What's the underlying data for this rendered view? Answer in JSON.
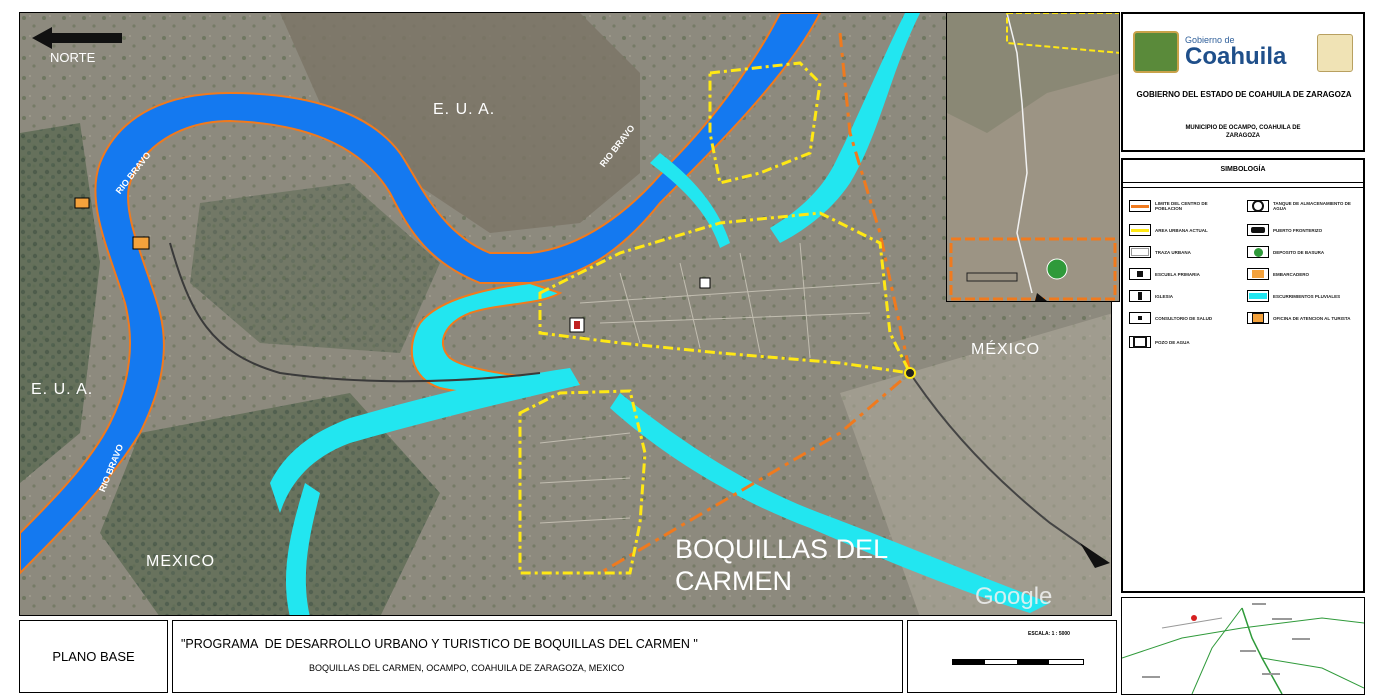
{
  "map": {
    "north_label": "NORTE",
    "labels": {
      "eua_top": "E. U. A.",
      "eua_left": "E. U. A.",
      "mexico_right": "MÉXICO",
      "mexico_bottom": "MEXICO",
      "town": "BOQUILLAS DEL CARMEN",
      "google": "Google"
    },
    "river_labels": [
      "RIO BRAVO",
      "RIO BRAVO",
      "RIO BRAVO"
    ],
    "colors": {
      "river": "#1479f0",
      "arroyo": "#22e6f0",
      "urban_limit": "#ffe814",
      "border": "#f07a1e",
      "terrain": "#8a8578"
    }
  },
  "logo_panel": {
    "logo_top": "Gobierno de",
    "logo_main": "Coahuila",
    "title": "GOBIERNO DEL ESTADO DE COAHUILA DE ZARAGOZA",
    "subtitle": "MUNICIPIO DE OCAMPO, COAHUILA DE ZARAGOZA"
  },
  "legend": {
    "title": "SIMBOLOGÍA",
    "items_left": [
      {
        "icon": "orange-line-icon",
        "label": "LIMITE DEL CENTRO DE POBLACION"
      },
      {
        "icon": "yellow-line-icon",
        "label": "AREA URBANA ACTUAL"
      },
      {
        "icon": "block-icon",
        "label": "TRAZA URBANA"
      },
      {
        "icon": "flag-icon",
        "label": "ESCUELA PRIMARIA"
      },
      {
        "icon": "church-icon",
        "label": "IGLESIA"
      },
      {
        "icon": "office-icon",
        "label": "CONSULTORIO DE SALUD"
      },
      {
        "icon": "well-icon",
        "label": "POZO DE AGUA"
      }
    ],
    "items_right": [
      {
        "icon": "tank-icon",
        "label": "TANQUE DE ALMACENAMIENTO DE AGUA"
      },
      {
        "icon": "car-icon",
        "label": "PUERTO FRONTERIZO"
      },
      {
        "icon": "recycle-icon",
        "label": "DEPOSITO DE BASURA"
      },
      {
        "icon": "boat-icon",
        "label": "EMBARCADERO"
      },
      {
        "icon": "stream-icon",
        "label": "ESCURRIMIENTOS PLUVIALES"
      },
      {
        "icon": "tourist-icon",
        "label": "OFICINA DE ATENCION AL TURISTA"
      }
    ]
  },
  "title_block": {
    "left_label": "PLANO BASE",
    "main_title": "\"PROGRAMA  DE DESARROLLO URBANO Y TURISTICO DE BOQUILLAS DEL CARMEN \"",
    "main_subtitle": "BOQUILLAS DEL CARMEN, OCAMPO, COAHUILA DE ZARAGOZA, MEXICO",
    "scale_label": "ESCALA: 1 : 5000"
  }
}
